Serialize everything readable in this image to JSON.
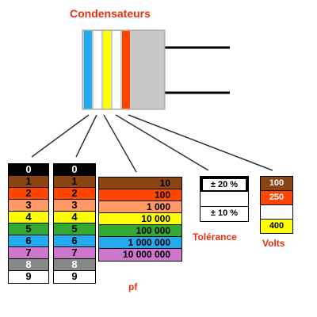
{
  "title": "Condensateurs",
  "colors": {
    "black": "#000000",
    "brown": "#8b4513",
    "red": "#ff4500",
    "orange": "#ff9966",
    "yellow": "#ffff00",
    "green": "#33aa33",
    "blue": "#22aaee",
    "violet": "#cc77cc",
    "grey": "#888888",
    "white": "#ffffff",
    "body": "#c8c8c8"
  },
  "bands": [
    "blue",
    "white",
    "yellow",
    "white",
    "red"
  ],
  "digit_rows": [
    {
      "label": "0",
      "color": "black"
    },
    {
      "label": "1",
      "color": "brown"
    },
    {
      "label": "2",
      "color": "red"
    },
    {
      "label": "3",
      "color": "orange"
    },
    {
      "label": "4",
      "color": "yellow"
    },
    {
      "label": "5",
      "color": "green"
    },
    {
      "label": "6",
      "color": "blue"
    },
    {
      "label": "7",
      "color": "violet"
    },
    {
      "label": "8",
      "color": "grey"
    },
    {
      "label": "9",
      "color": "white"
    }
  ],
  "multiplier_rows": [
    {
      "label": "10",
      "color": "brown"
    },
    {
      "label": "100",
      "color": "red"
    },
    {
      "label": "1 000",
      "color": "orange"
    },
    {
      "label": "10 000",
      "color": "yellow"
    },
    {
      "label": "100 000",
      "color": "green"
    },
    {
      "label": "1 000 000",
      "color": "blue"
    },
    {
      "label": "10 000 000",
      "color": "violet"
    }
  ],
  "tolerance": {
    "top": "± 20 %",
    "bottom": "± 10 %",
    "label": "Tolérance"
  },
  "volts": {
    "rows": [
      {
        "label": "100",
        "color": "brown"
      },
      {
        "label": "250",
        "color": "red"
      },
      {
        "label": "",
        "color": "white"
      },
      {
        "label": "400",
        "color": "yellow"
      }
    ],
    "label": "Volts"
  },
  "unit_label": "pf"
}
